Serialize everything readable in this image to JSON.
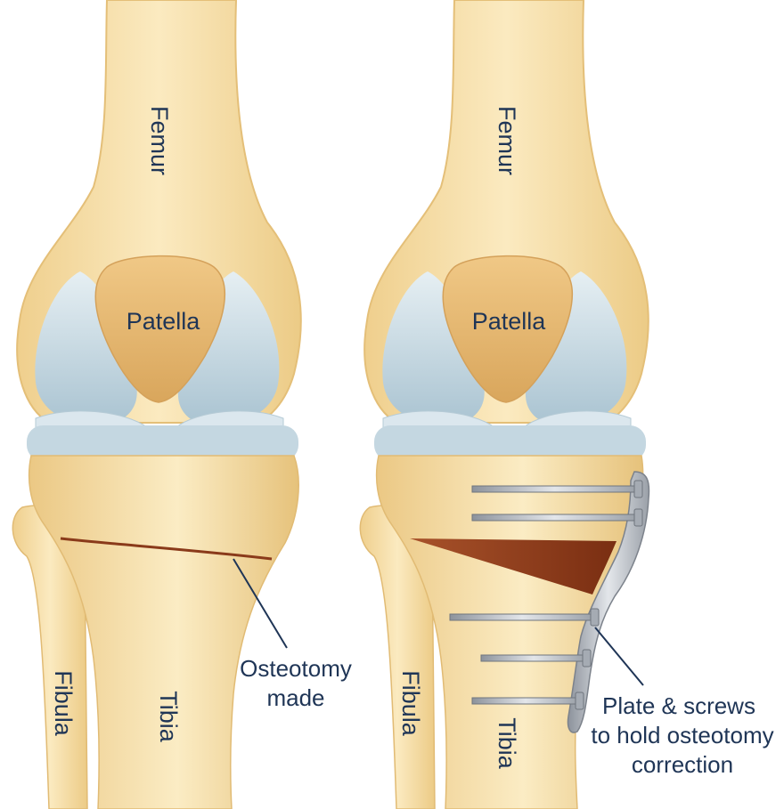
{
  "left_knee": {
    "femur_label": "Femur",
    "patella_label": "Patella",
    "fibula_label": "Fibula",
    "tibia_label": "Tibia",
    "callout": {
      "line1": "Osteotomy",
      "line2": "made"
    }
  },
  "right_knee": {
    "femur_label": "Femur",
    "patella_label": "Patella",
    "fibula_label": "Fibula",
    "tibia_label": "Tibia",
    "callout": {
      "line1": "Plate & screws",
      "line2": "to hold osteotomy",
      "line3": "correction"
    }
  },
  "colors": {
    "bone": "#f6dfa6",
    "bone_shadow": "#e9c57f",
    "patella": "#e8bd74",
    "cartilage": "#c9dbe4",
    "wedge": "#8a3a1a",
    "plate": "#b7bcc4",
    "label": "#1f3556"
  }
}
